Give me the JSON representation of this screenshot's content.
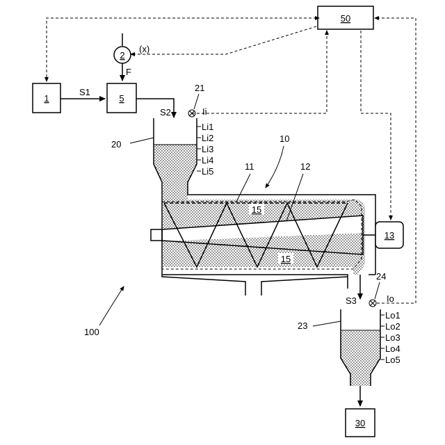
{
  "labels": {
    "controller": "50",
    "pump": "2",
    "pump_signal": "(x)",
    "flow": "F",
    "source": "1",
    "mixer": "5",
    "stream_s1": "S1",
    "stream_s2": "S2",
    "stream_s3": "S3",
    "inlet_sensor": "21",
    "inlet_signal": "Ii",
    "inlet_tank": "20",
    "centrifuge": "10",
    "bowl": "11",
    "screw": "12",
    "motor": "13",
    "zone_top": "15",
    "zone_bottom": "15",
    "outlet_sensor": "24",
    "outlet_signal": "Io",
    "outlet_tank": "23",
    "receiver": "30",
    "system": "100"
  },
  "inlet_levels": [
    "Li1",
    "Li2",
    "Li3",
    "Li4",
    "Li5"
  ],
  "outlet_levels": [
    "Lo1",
    "Lo2",
    "Lo3",
    "Lo4",
    "Lo5"
  ]
}
